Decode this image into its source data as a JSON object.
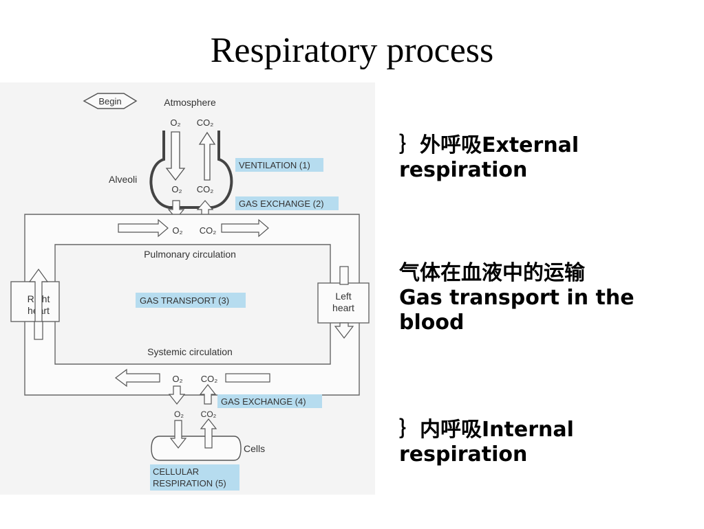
{
  "slide": {
    "title": "Respiratory process"
  },
  "diagram": {
    "begin": "Begin",
    "atmosphere": "Atmosphere",
    "alveoli": "Alveoli",
    "o2": "O₂",
    "co2": "CO₂",
    "ventilation": "VENTILATION (1)",
    "gas_exchange_2": "GAS EXCHANGE (2)",
    "pulmonary": "Pulmonary circulation",
    "right_heart_1": "Right",
    "right_heart_2": "heart",
    "left_heart_1": "Left",
    "left_heart_2": "heart",
    "gas_transport": "GAS TRANSPORT (3)",
    "systemic": "Systemic circulation",
    "gas_exchange_4": "GAS EXCHANGE (4)",
    "cells": "Cells",
    "cellular_1": "CELLULAR",
    "cellular_2": "RESPIRATION (5)"
  },
  "side_notes": {
    "external_1": "｝外呼吸External",
    "external_2": "respiration",
    "transport_1": "气体在血液中的运输",
    "transport_2": "Gas transport in the",
    "transport_3": "blood",
    "internal_1": "｝内呼吸Internal",
    "internal_2": "respiration"
  },
  "colors": {
    "label_box": "#b6dcef",
    "paper": "#f4f4f4",
    "line": "#555555"
  }
}
